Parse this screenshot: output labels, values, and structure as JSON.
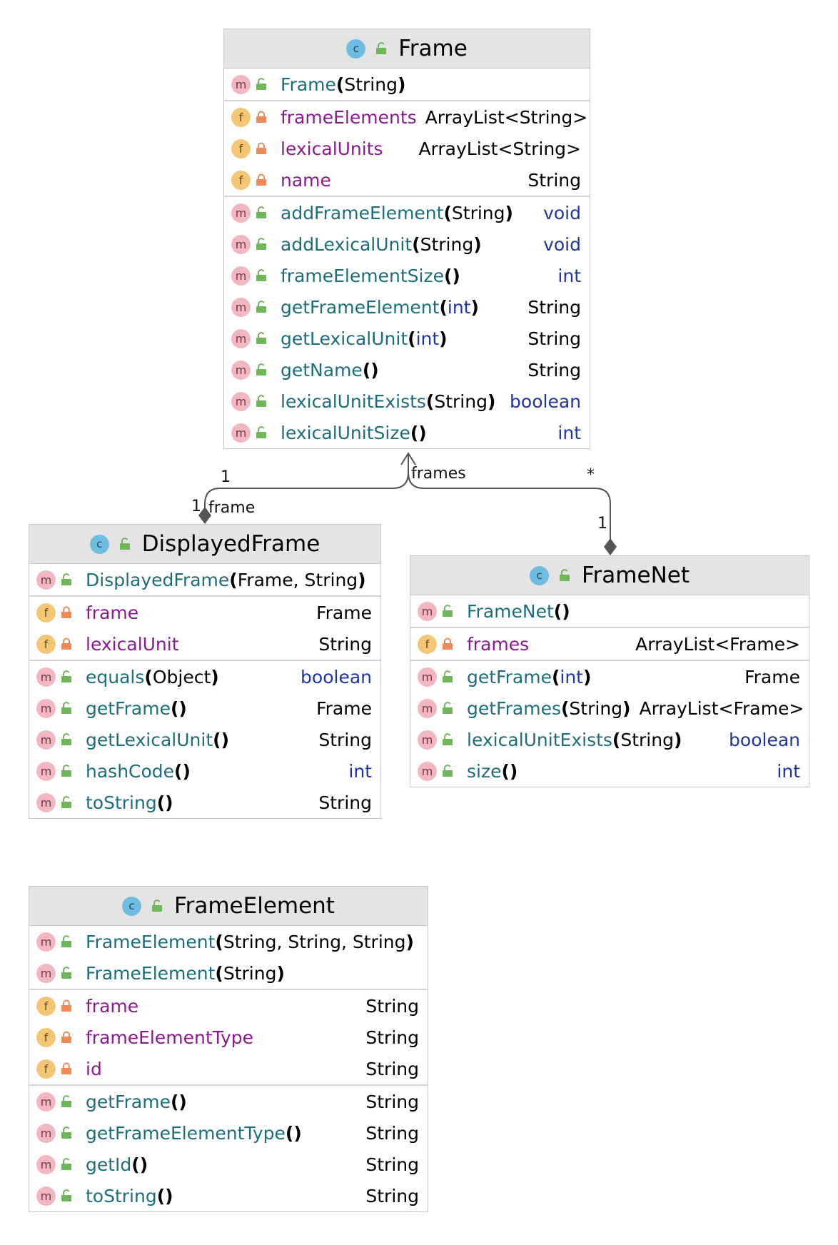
{
  "colors": {
    "header_bg": "#e4e4e4",
    "border": "#c7c7c7",
    "method_badge": "#f3b7c2",
    "field_badge": "#f4c777",
    "class_badge": "#6ebce0",
    "public_icon": "#71b55b",
    "private_icon": "#ec8a5a",
    "method_name": "#1d6d7c",
    "field_name": "#8a1b8e",
    "primitive_type": "#1f35a6",
    "connector": "#555555"
  },
  "classes": [
    {
      "name": "Frame",
      "icon": "class-icon",
      "sections": [
        [
          {
            "kind": "m",
            "vis": "public",
            "name": "Frame",
            "params": [
              {
                "t": "String"
              }
            ],
            "type": ""
          }
        ],
        [
          {
            "kind": "f",
            "vis": "private",
            "name": "frameElements",
            "type": "ArrayList<String>"
          },
          {
            "kind": "f",
            "vis": "private",
            "name": "lexicalUnits",
            "type": "ArrayList<String>"
          },
          {
            "kind": "f",
            "vis": "private",
            "name": "name",
            "type": "String"
          }
        ],
        [
          {
            "kind": "m",
            "vis": "public",
            "name": "addFrameElement",
            "params": [
              {
                "t": "String"
              }
            ],
            "type": "void",
            "prim": true
          },
          {
            "kind": "m",
            "vis": "public",
            "name": "addLexicalUnit",
            "params": [
              {
                "t": "String"
              }
            ],
            "type": "void",
            "prim": true
          },
          {
            "kind": "m",
            "vis": "public",
            "name": "frameElementSize",
            "params": [],
            "type": "int",
            "prim": true
          },
          {
            "kind": "m",
            "vis": "public",
            "name": "getFrameElement",
            "params": [
              {
                "t": "int",
                "prim": true
              }
            ],
            "type": "String"
          },
          {
            "kind": "m",
            "vis": "public",
            "name": "getLexicalUnit",
            "params": [
              {
                "t": "int",
                "prim": true
              }
            ],
            "type": "String"
          },
          {
            "kind": "m",
            "vis": "public",
            "name": "getName",
            "params": [],
            "type": "String"
          },
          {
            "kind": "m",
            "vis": "public",
            "name": "lexicalUnitExists",
            "params": [
              {
                "t": "String"
              }
            ],
            "type": "boolean",
            "prim": true
          },
          {
            "kind": "m",
            "vis": "public",
            "name": "lexicalUnitSize",
            "params": [],
            "type": "int",
            "prim": true
          }
        ]
      ]
    },
    {
      "name": "DisplayedFrame",
      "icon": "class-icon",
      "sections": [
        [
          {
            "kind": "m",
            "vis": "public",
            "name": "DisplayedFrame",
            "params": [
              {
                "t": "Frame"
              },
              {
                "t": "String"
              }
            ],
            "type": ""
          }
        ],
        [
          {
            "kind": "f",
            "vis": "private",
            "name": "frame",
            "type": "Frame"
          },
          {
            "kind": "f",
            "vis": "private",
            "name": "lexicalUnit",
            "type": "String"
          }
        ],
        [
          {
            "kind": "m",
            "vis": "public",
            "name": "equals",
            "params": [
              {
                "t": "Object"
              }
            ],
            "type": "boolean",
            "prim": true
          },
          {
            "kind": "m",
            "vis": "public",
            "name": "getFrame",
            "params": [],
            "type": "Frame"
          },
          {
            "kind": "m",
            "vis": "public",
            "name": "getLexicalUnit",
            "params": [],
            "type": "String"
          },
          {
            "kind": "m",
            "vis": "public",
            "name": "hashCode",
            "params": [],
            "type": "int",
            "prim": true
          },
          {
            "kind": "m",
            "vis": "public",
            "name": "toString",
            "params": [],
            "type": "String"
          }
        ]
      ]
    },
    {
      "name": "FrameNet",
      "icon": "class-icon",
      "sections": [
        [
          {
            "kind": "m",
            "vis": "public",
            "name": "FrameNet",
            "params": [],
            "type": ""
          }
        ],
        [
          {
            "kind": "f",
            "vis": "private",
            "name": "frames",
            "type": "ArrayList<Frame>"
          }
        ],
        [
          {
            "kind": "m",
            "vis": "public",
            "name": "getFrame",
            "params": [
              {
                "t": "int",
                "prim": true
              }
            ],
            "type": "Frame"
          },
          {
            "kind": "m",
            "vis": "public",
            "name": "getFrames",
            "params": [
              {
                "t": "String"
              }
            ],
            "type": "ArrayList<Frame>"
          },
          {
            "kind": "m",
            "vis": "public",
            "name": "lexicalUnitExists",
            "params": [
              {
                "t": "String"
              }
            ],
            "type": "boolean",
            "prim": true
          },
          {
            "kind": "m",
            "vis": "public",
            "name": "size",
            "params": [],
            "type": "int",
            "prim": true
          }
        ]
      ]
    },
    {
      "name": "FrameElement",
      "icon": "class-icon",
      "sections": [
        [
          {
            "kind": "m",
            "vis": "public",
            "name": "FrameElement",
            "params": [
              {
                "t": "String"
              },
              {
                "t": "String"
              },
              {
                "t": "String"
              }
            ],
            "type": ""
          },
          {
            "kind": "m",
            "vis": "public",
            "name": "FrameElement",
            "params": [
              {
                "t": "String"
              }
            ],
            "type": ""
          }
        ],
        [
          {
            "kind": "f",
            "vis": "private",
            "name": "frame",
            "type": "String"
          },
          {
            "kind": "f",
            "vis": "private",
            "name": "frameElementType",
            "type": "String"
          },
          {
            "kind": "f",
            "vis": "private",
            "name": "id",
            "type": "String"
          }
        ],
        [
          {
            "kind": "m",
            "vis": "public",
            "name": "getFrame",
            "params": [],
            "type": "String"
          },
          {
            "kind": "m",
            "vis": "public",
            "name": "getFrameElementType",
            "params": [],
            "type": "String"
          },
          {
            "kind": "m",
            "vis": "public",
            "name": "getId",
            "params": [],
            "type": "String"
          },
          {
            "kind": "m",
            "vis": "public",
            "name": "toString",
            "params": [],
            "type": "String"
          }
        ]
      ]
    }
  ],
  "associations": [
    {
      "from": "DisplayedFrame",
      "to": "Frame",
      "label": "frame",
      "mult_source": "1",
      "mult_target": "1"
    },
    {
      "from": "FrameNet",
      "to": "Frame",
      "label": "frames",
      "mult_source": "1",
      "mult_target": "*"
    }
  ]
}
